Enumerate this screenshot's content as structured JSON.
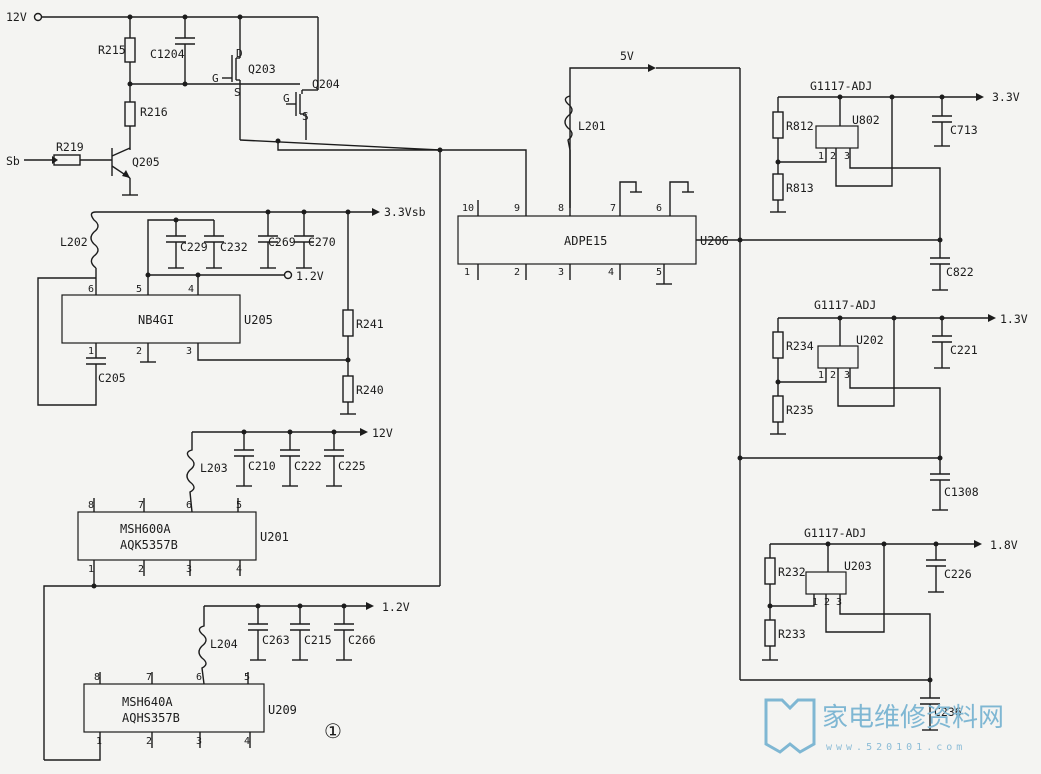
{
  "diagram": {
    "figure_number": "①",
    "rails": {
      "in_12v": "12V",
      "sb_in": "Sb",
      "v5": "5V",
      "out_33vsb": "3.3Vsb",
      "out_12v_nb": "1.2V",
      "out_12v_u201": "12V",
      "out_12v_u209": "1.2V",
      "out_33v": "3.3V",
      "out_13v": "1.3V",
      "out_18v": "1.8V"
    },
    "transistors": {
      "q203": "Q203",
      "q204": "Q204",
      "q205": "Q205",
      "d": "D",
      "g": "G",
      "s": "S"
    },
    "resistors": {
      "r215": "R215",
      "r216": "R216",
      "r219": "R219",
      "r241": "R241",
      "r240": "R240",
      "r812": "R812",
      "r813": "R813",
      "r234": "R234",
      "r235": "R235",
      "r232": "R232",
      "r233": "R233"
    },
    "capacitors": {
      "c1204": "C1204",
      "c229": "C229",
      "c232": "C232",
      "c269": "C269",
      "c270": "C270",
      "c205": "C205",
      "c210": "C210",
      "c222": "C222",
      "c225": "C225",
      "c263": "C263",
      "c215": "C215",
      "c266": "C266",
      "c713": "C713",
      "c822": "C822",
      "c221": "C221",
      "c1308": "C1308",
      "c226": "C226",
      "c236": "C236"
    },
    "inductors": {
      "l201": "L201",
      "l202": "L202",
      "l203": "L203",
      "l204": "L204"
    },
    "ics": {
      "u205": {
        "ref": "U205",
        "part": "NB4GI"
      },
      "u206": {
        "ref": "U206",
        "part": "ADPE15"
      },
      "u201": {
        "ref": "U201",
        "part": "MSH600A",
        "part2": "AQK5357B"
      },
      "u209": {
        "ref": "U209",
        "part": "MSH640A",
        "part2": "AQHS357B"
      },
      "u802": {
        "ref": "U802",
        "part": "G1117-ADJ"
      },
      "u202": {
        "ref": "U202",
        "part": "G1117-ADJ"
      },
      "u203": {
        "ref": "U203",
        "part": "G1117-ADJ"
      }
    },
    "pins": {
      "p1": "1",
      "p2": "2",
      "p3": "3",
      "p4": "4",
      "p5": "5",
      "p6": "6",
      "p7": "7",
      "p8": "8",
      "p9": "9",
      "p10": "10"
    }
  },
  "watermark": {
    "title": "家电维修资料网",
    "url": "www.520101.com"
  }
}
